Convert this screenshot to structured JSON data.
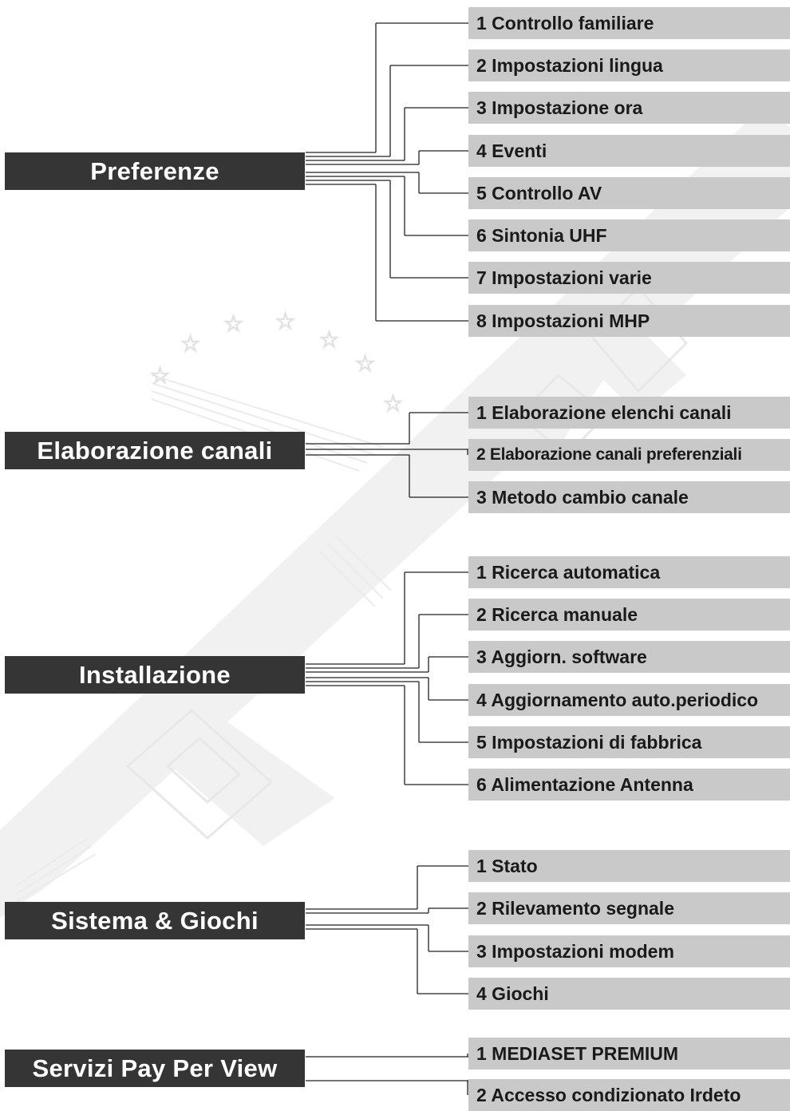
{
  "sections": [
    {
      "title": "Preferenze",
      "items": [
        "1 Controllo familiare",
        "2 Impostazioni lingua",
        "3 Impostazione ora",
        "4 Eventi",
        "5 Controllo AV",
        "6 Sintonia UHF",
        "7 Impostazioni varie",
        "8 Impostazioni MHP"
      ]
    },
    {
      "title": "Elaborazione canali",
      "items": [
        "1 Elaborazione elenchi canali",
        "2 Elaborazione canali preferenziali",
        "3 Metodo cambio canale"
      ]
    },
    {
      "title": "Installazione",
      "items": [
        "1 Ricerca automatica",
        "2 Ricerca manuale",
        "3 Aggiorn. software",
        "4 Aggiornamento auto.periodico",
        "5 Impostazioni di fabbrica",
        "6 Alimentazione Antenna"
      ]
    },
    {
      "title": "Sistema & Giochi",
      "items": [
        "1 Stato",
        "2 Rilevamento segnale",
        "3 Impostazioni modem",
        "4 Giochi"
      ]
    },
    {
      "title": "Servizi Pay Per View",
      "items": [
        "1 MEDIASET PREMIUM",
        "2 Accesso condizionato Irdeto"
      ]
    }
  ],
  "colors": {
    "title_bg": "#353535",
    "item_bg": "#c9c9c9",
    "line": "#222222"
  }
}
